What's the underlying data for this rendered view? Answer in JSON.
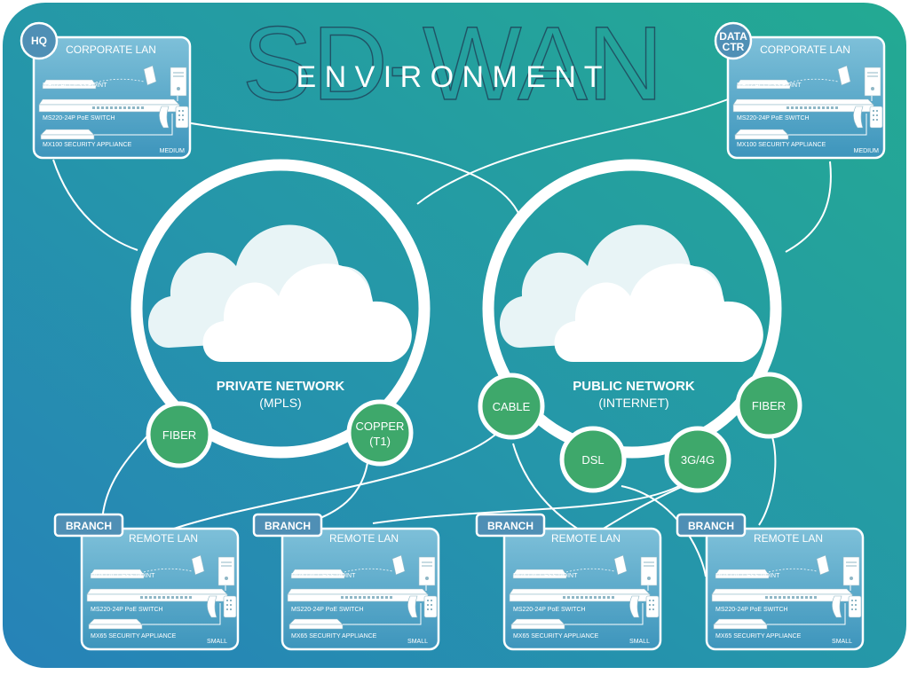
{
  "title": {
    "big": "SD-WAN",
    "sub": "E N V I R O N M E N T"
  },
  "networks": {
    "private": {
      "title": "PRIVATE NETWORK",
      "subtitle": "(MPLS)"
    },
    "public": {
      "title": "PUBLIC NETWORK",
      "subtitle": "(INTERNET)"
    }
  },
  "links": {
    "fiber_private": "FIBER",
    "copper_line1": "COPPER",
    "copper_line2": "(T1)",
    "cable": "CABLE",
    "dsl": "DSL",
    "cellular": "3G/4G",
    "fiber_public": "FIBER"
  },
  "sites": {
    "hq": {
      "tag": "HQ",
      "title": "CORPORATE LAN",
      "ap": "MR42 ACCESS POINT",
      "switch": "MS220-24P PoE SWITCH",
      "appliance": "MX100 SECURITY APPLIANCE",
      "size": "MEDIUM"
    },
    "dc": {
      "tag_line1": "DATA",
      "tag_line2": "CTR",
      "title": "CORPORATE LAN",
      "ap": "MR42 ACCESS POINT",
      "switch": "MS220-24P PoE SWITCH",
      "appliance": "MX100 SECURITY APPLIANCE",
      "size": "MEDIUM"
    },
    "branches": [
      {
        "tag": "BRANCH",
        "title": "REMOTE LAN",
        "ap": "MR42 ACCESS POINT",
        "switch": "MS220-24P PoE SWITCH",
        "appliance": "MX65 SECURITY APPLIANCE",
        "size": "SMALL"
      },
      {
        "tag": "BRANCH",
        "title": "REMOTE LAN",
        "ap": "MR42 ACCESS POINT",
        "switch": "MS220-24P PoE SWITCH",
        "appliance": "MX65 SECURITY APPLIANCE",
        "size": "SMALL"
      },
      {
        "tag": "BRANCH",
        "title": "REMOTE LAN",
        "ap": "MR42 ACCESS POINT",
        "switch": "MS220-24P PoE SWITCH",
        "appliance": "MX65 SECURITY APPLIANCE",
        "size": "SMALL"
      },
      {
        "tag": "BRANCH",
        "title": "REMOTE LAN",
        "ap": "MR42 ACCESS POINT",
        "switch": "MS220-24P PoE SWITCH",
        "appliance": "MX65 SECURITY APPLIANCE",
        "size": "SMALL"
      }
    ]
  },
  "colors": {
    "bg_left": "#2a86b8",
    "bg_right": "#22a896",
    "bubble": "#3ea86b",
    "tag": "#4f8fb5"
  }
}
